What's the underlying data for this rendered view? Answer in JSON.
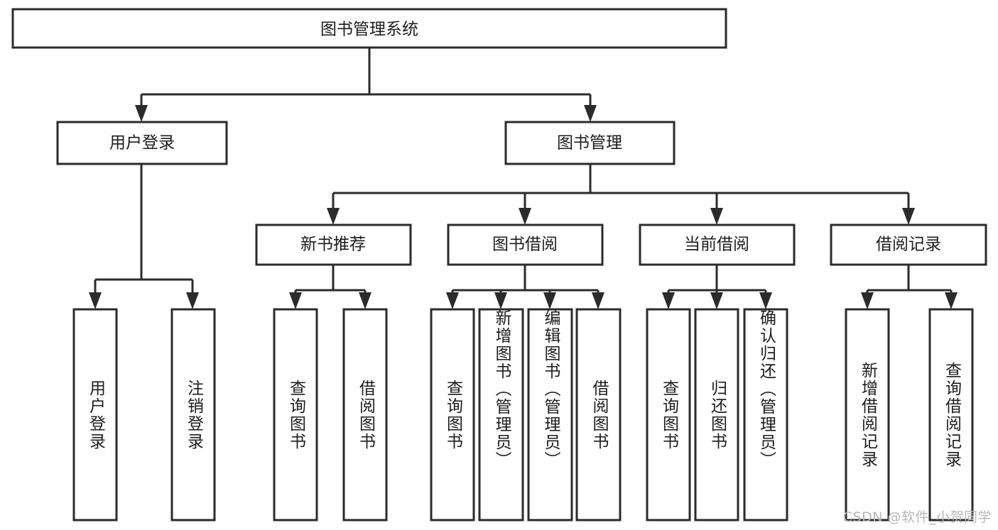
{
  "diagram": {
    "type": "tree-hierarchy",
    "title": "图书管理系统",
    "background_color": "#ffffff",
    "line_color": "#2b2b2b",
    "text_color": "#1d1d1d",
    "root": {
      "label": "图书管理系统",
      "orientation": "horizontal"
    },
    "level2": [
      {
        "label": "用户登录",
        "orientation": "horizontal"
      },
      {
        "label": "图书管理",
        "orientation": "horizontal"
      }
    ],
    "level3": [
      {
        "label": "新书推荐",
        "orientation": "horizontal"
      },
      {
        "label": "图书借阅",
        "orientation": "horizontal"
      },
      {
        "label": "当前借阅",
        "orientation": "horizontal"
      },
      {
        "label": "借阅记录",
        "orientation": "horizontal"
      }
    ],
    "leaves": [
      {
        "label": "用户登录",
        "parent": "用户登录",
        "orientation": "vertical"
      },
      {
        "label": "注销登录",
        "parent": "用户登录",
        "orientation": "vertical"
      },
      {
        "label": "查询图书",
        "parent": "新书推荐",
        "orientation": "vertical"
      },
      {
        "label": "借阅图书",
        "parent": "新书推荐",
        "orientation": "vertical"
      },
      {
        "label": "查询图书",
        "parent": "图书借阅",
        "orientation": "vertical"
      },
      {
        "label": "新增图书（管理员）",
        "parent": "图书借阅",
        "orientation": "vertical"
      },
      {
        "label": "编辑图书（管理员）",
        "parent": "图书借阅",
        "orientation": "vertical"
      },
      {
        "label": "借阅图书",
        "parent": "图书借阅",
        "orientation": "vertical"
      },
      {
        "label": "查询图书",
        "parent": "当前借阅",
        "orientation": "vertical"
      },
      {
        "label": "归还图书",
        "parent": "当前借阅",
        "orientation": "vertical"
      },
      {
        "label": "确认归还（管理员）",
        "parent": "当前借阅",
        "orientation": "vertical"
      },
      {
        "label": "新增借阅记录",
        "parent": "借阅记录",
        "orientation": "vertical"
      },
      {
        "label": "查询借阅记录",
        "parent": "借阅记录",
        "orientation": "vertical"
      }
    ]
  },
  "watermark": {
    "text": "CSDN @软件_小贺同学"
  }
}
